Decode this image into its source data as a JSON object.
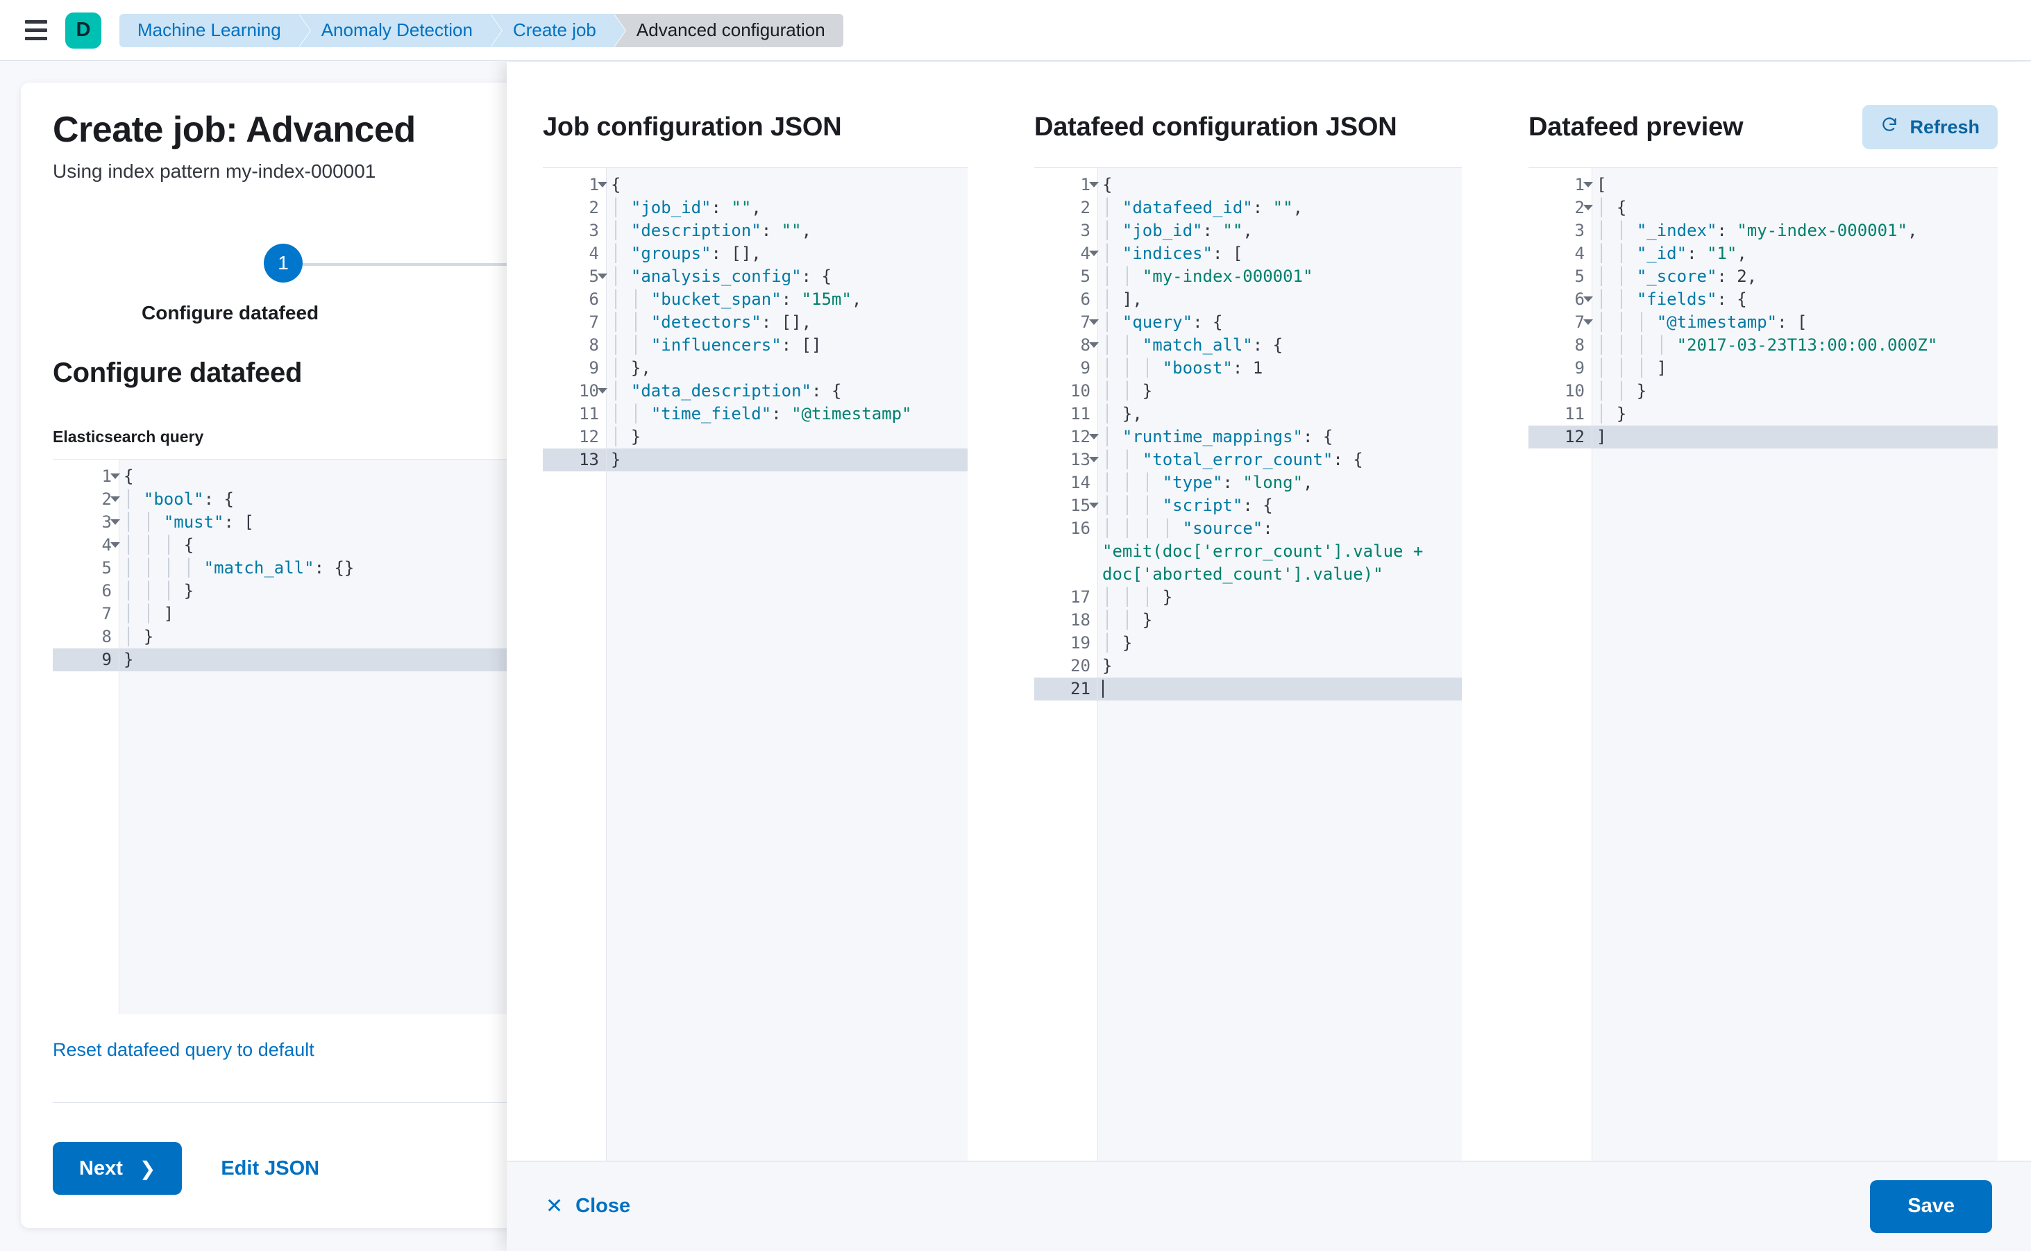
{
  "chrome": {
    "menu_icon": "hamburger-menu-icon",
    "logo_letter": "D",
    "breadcrumbs": [
      {
        "label": "Machine Learning",
        "current": false
      },
      {
        "label": "Anomaly Detection",
        "current": false
      },
      {
        "label": "Create job",
        "current": false
      },
      {
        "label": "Advanced configuration",
        "current": true
      }
    ]
  },
  "wizard": {
    "title": "Create job: Advanced",
    "subtitle": "Using index pattern my-index-000001",
    "step_number": "1",
    "step_label": "Configure datafeed",
    "section_title": "Configure datafeed",
    "field_label": "Elasticsearch query",
    "reset_link": "Reset datafeed query to default",
    "next_label": "Next",
    "next_chevron": "chevron-right-icon",
    "edit_json_label": "Edit JSON"
  },
  "es_query_editor": {
    "active_line": 9,
    "lines": [
      {
        "n": 1,
        "fold": true,
        "text": "{"
      },
      {
        "n": 2,
        "fold": true,
        "text": "  \"bool\": {"
      },
      {
        "n": 3,
        "fold": true,
        "text": "    \"must\": ["
      },
      {
        "n": 4,
        "fold": true,
        "text": "      {"
      },
      {
        "n": 5,
        "fold": false,
        "text": "        \"match_all\": {}"
      },
      {
        "n": 6,
        "fold": false,
        "text": "      }"
      },
      {
        "n": 7,
        "fold": false,
        "text": "    ]"
      },
      {
        "n": 8,
        "fold": false,
        "text": "  }"
      },
      {
        "n": 9,
        "fold": false,
        "text": "}"
      }
    ]
  },
  "flyout": {
    "columns": [
      {
        "title": "Job configuration JSON"
      },
      {
        "title": "Datafeed configuration JSON"
      },
      {
        "title": "Datafeed preview"
      }
    ],
    "refresh_label": "Refresh",
    "refresh_icon": "refresh-icon",
    "close_label": "Close",
    "close_icon": "close-x-icon",
    "save_label": "Save"
  },
  "job_config_editor": {
    "active_line": 13,
    "lines": [
      {
        "n": 1,
        "fold": true,
        "text": "{"
      },
      {
        "n": 2,
        "fold": false,
        "text": "  \"job_id\": \"\","
      },
      {
        "n": 3,
        "fold": false,
        "text": "  \"description\": \"\","
      },
      {
        "n": 4,
        "fold": false,
        "text": "  \"groups\": [],"
      },
      {
        "n": 5,
        "fold": true,
        "text": "  \"analysis_config\": {"
      },
      {
        "n": 6,
        "fold": false,
        "text": "    \"bucket_span\": \"15m\","
      },
      {
        "n": 7,
        "fold": false,
        "text": "    \"detectors\": [],"
      },
      {
        "n": 8,
        "fold": false,
        "text": "    \"influencers\": []"
      },
      {
        "n": 9,
        "fold": false,
        "text": "  },"
      },
      {
        "n": 10,
        "fold": true,
        "text": "  \"data_description\": {"
      },
      {
        "n": 11,
        "fold": false,
        "text": "    \"time_field\": \"@timestamp\""
      },
      {
        "n": 12,
        "fold": false,
        "text": "  }"
      },
      {
        "n": 13,
        "fold": false,
        "text": "}"
      }
    ]
  },
  "datafeed_config_editor": {
    "active_line": 21,
    "lines": [
      {
        "n": 1,
        "fold": true,
        "text": "{"
      },
      {
        "n": 2,
        "fold": false,
        "text": "  \"datafeed_id\": \"\","
      },
      {
        "n": 3,
        "fold": false,
        "text": "  \"job_id\": \"\","
      },
      {
        "n": 4,
        "fold": true,
        "text": "  \"indices\": ["
      },
      {
        "n": 5,
        "fold": false,
        "text": "    \"my-index-000001\""
      },
      {
        "n": 6,
        "fold": false,
        "text": "  ],"
      },
      {
        "n": 7,
        "fold": true,
        "text": "  \"query\": {"
      },
      {
        "n": 8,
        "fold": true,
        "text": "    \"match_all\": {"
      },
      {
        "n": 9,
        "fold": false,
        "text": "      \"boost\": 1"
      },
      {
        "n": 10,
        "fold": false,
        "text": "    }"
      },
      {
        "n": 11,
        "fold": false,
        "text": "  },"
      },
      {
        "n": 12,
        "fold": true,
        "text": "  \"runtime_mappings\": {"
      },
      {
        "n": 13,
        "fold": true,
        "text": "    \"total_error_count\": {"
      },
      {
        "n": 14,
        "fold": false,
        "text": "      \"type\": \"long\","
      },
      {
        "n": 15,
        "fold": true,
        "text": "      \"script\": {"
      },
      {
        "n": 16,
        "fold": false,
        "text": "        \"source\": \"emit(doc['error_count'].value + doc['aborted_count'].value)\""
      },
      {
        "n": 17,
        "fold": false,
        "text": "      }"
      },
      {
        "n": 18,
        "fold": false,
        "text": "    }"
      },
      {
        "n": 19,
        "fold": false,
        "text": "  }"
      },
      {
        "n": 20,
        "fold": false,
        "text": "}"
      },
      {
        "n": 21,
        "fold": false,
        "text": ""
      }
    ]
  },
  "datafeed_preview_editor": {
    "active_line": 12,
    "lines": [
      {
        "n": 1,
        "fold": true,
        "text": "["
      },
      {
        "n": 2,
        "fold": true,
        "text": "  {"
      },
      {
        "n": 3,
        "fold": false,
        "text": "    \"_index\": \"my-index-000001\","
      },
      {
        "n": 4,
        "fold": false,
        "text": "    \"_id\": \"1\","
      },
      {
        "n": 5,
        "fold": false,
        "text": "    \"_score\": 2,"
      },
      {
        "n": 6,
        "fold": true,
        "text": "    \"fields\": {"
      },
      {
        "n": 7,
        "fold": true,
        "text": "      \"@timestamp\": ["
      },
      {
        "n": 8,
        "fold": false,
        "text": "        \"2017-03-23T13:00:00.000Z\""
      },
      {
        "n": 9,
        "fold": false,
        "text": "      ]"
      },
      {
        "n": 10,
        "fold": false,
        "text": "    }"
      },
      {
        "n": 11,
        "fold": false,
        "text": "  }"
      },
      {
        "n": 12,
        "fold": false,
        "text": "]"
      }
    ]
  },
  "colors": {
    "primary": "#0071C2",
    "brand_teal": "#00BFB3",
    "breadcrumb_link_bg": "#CCE4F5",
    "breadcrumb_current_bg": "#D3D7DC",
    "json_key": "#0079A5",
    "json_string": "#00806E"
  }
}
